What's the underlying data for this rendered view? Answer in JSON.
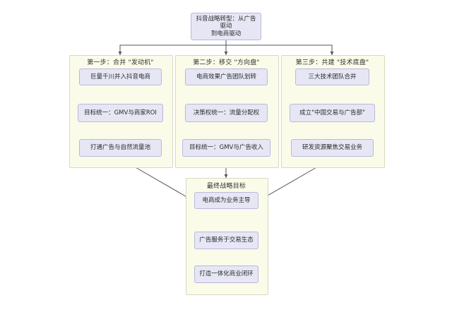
{
  "diagram": {
    "type": "flowchart",
    "root": {
      "label": "抖音战略转型：从广告驱动\n到电商驱动"
    },
    "groups": [
      {
        "title": "第一步：合并 \"发动机\"",
        "nodes": [
          {
            "label": "巨量千川并入抖音电商"
          },
          {
            "label": "目标统一：GMV与商家ROI"
          },
          {
            "label": "打通广告与自然流量池"
          }
        ]
      },
      {
        "title": "第二步：移交 \"方向盘\"",
        "nodes": [
          {
            "label": "电商效果广告团队划转"
          },
          {
            "label": "决策权统一：流量分配权"
          },
          {
            "label": "目标统一：GMV与广告收入"
          }
        ]
      },
      {
        "title": "第三步：共建 \"技术底盘\"",
        "nodes": [
          {
            "label": "三大技术团队合并"
          },
          {
            "label": "成立\"中国交易与广告部\""
          },
          {
            "label": "研发资源聚焦交易业务"
          }
        ]
      }
    ],
    "final": {
      "title": "最终战略目标",
      "nodes": [
        {
          "label": "电商成为业务主导"
        },
        {
          "label": "广告服务于交易生态"
        },
        {
          "label": "打造一体化商业闭环"
        }
      ]
    }
  }
}
